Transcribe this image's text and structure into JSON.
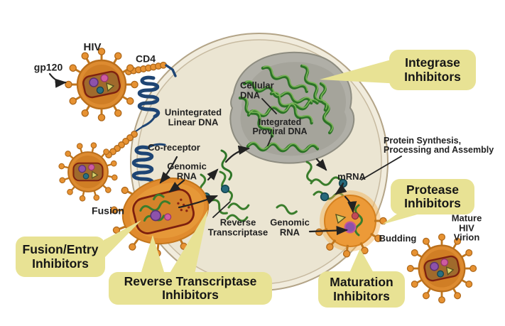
{
  "diagram": {
    "subject": "HIV replication cycle with drug inhibitor classes",
    "labels": {
      "hiv": "HIV",
      "gp120": "gp120",
      "cd4": "CD4",
      "unintegrated_linear_dna": "Unintegrated\nLinear DNA",
      "co_receptor": "Co-receptor",
      "genomic_rna_entry": "Genomic\nRNA",
      "cellular_dna": "Cellular\nDNA",
      "integrated_proviral_dna": "Integrated\nProviral DNA",
      "reverse_transcriptase": "Reverse\nTranscriptase",
      "genomic_rna_assembly": "Genomic\nRNA",
      "mrna": "mRNA",
      "protein_synthesis": "Protein Synthesis,\nProcessing and Assembly",
      "fusion": "Fusion",
      "budding": "Budding",
      "mature_hiv_virion": "Mature HIV\nVirion"
    },
    "callouts": {
      "fusion_entry": "Fusion/Entry\nInhibitors",
      "reverse_transcriptase": "Reverse Transcriptase\nInhibitors",
      "integrase": "Integrase\nInhibitors",
      "protease": "Protease\nInhibitors",
      "maturation": "Maturation\nInhibitors"
    },
    "colors": {
      "callout_bg": "#e8e294",
      "virion_orange": "#dd8b30",
      "capsid_outline": "#7e2110",
      "cell_beige": "#ebe5d2",
      "nucleus_gray": "#b0afa7",
      "dna_green": "#2e7527",
      "receptor_navy": "#1e4574",
      "enzyme_teal": "#27697b"
    }
  }
}
